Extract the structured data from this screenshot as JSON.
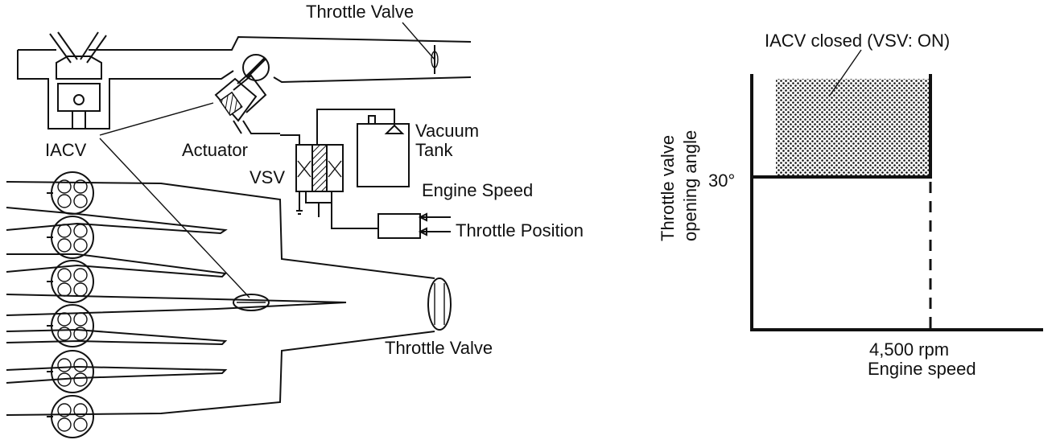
{
  "schematic": {
    "throttle_valve_top": "Throttle Valve",
    "iacv": "IACV",
    "actuator": "Actuator",
    "vacuum_tank_line1": "Vacuum",
    "vacuum_tank_line2": "Tank",
    "vsv": "VSV",
    "engine_speed": "Engine Speed",
    "throttle_position": "Throttle Position",
    "throttle_valve_bottom": "Throttle Valve"
  },
  "graph": {
    "region_label": "IACV closed (VSV: ON)",
    "ylabel_line1": "Throttle valve",
    "ylabel_line2": "opening angle",
    "y_tick": "30°",
    "x_tick": "4,500 rpm",
    "xlabel": "Engine speed"
  }
}
